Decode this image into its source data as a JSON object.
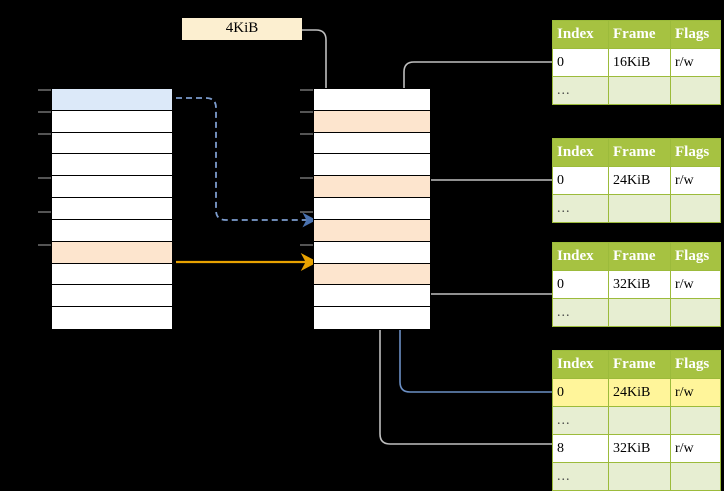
{
  "diagram": {
    "title": "virtual-to-physical page table walk",
    "colors": {
      "table_header_bg": "#a6c241",
      "table_border": "#9cbb3b",
      "ellipsis_bg": "#e7eed2",
      "highlight_yellow": "#fff59a",
      "peach": "#fde5ce",
      "blue_cell": "#dce9f9",
      "orange_arrow": "#e8a200",
      "blue_arrow": "#4a72b0",
      "gray_wire": "#b3b3b3",
      "chip_bg": "#fcefd0",
      "background": "#000000"
    }
  },
  "size_label": {
    "text": "4KiB"
  },
  "left_column": {
    "name": "virtual-address-space",
    "row_count": 11,
    "rows": [
      {
        "fill": "blue"
      },
      {
        "fill": "white"
      },
      {
        "fill": "white"
      },
      {
        "fill": "white"
      },
      {
        "fill": "white"
      },
      {
        "fill": "white"
      },
      {
        "fill": "white"
      },
      {
        "fill": "peach"
      },
      {
        "fill": "white"
      },
      {
        "fill": "white"
      },
      {
        "fill": "white"
      }
    ]
  },
  "middle_column": {
    "name": "physical-memory",
    "row_count": 11,
    "rows": [
      {
        "fill": "white"
      },
      {
        "fill": "peach"
      },
      {
        "fill": "white"
      },
      {
        "fill": "white"
      },
      {
        "fill": "peach"
      },
      {
        "fill": "white"
      },
      {
        "fill": "peach"
      },
      {
        "fill": "white"
      },
      {
        "fill": "peach"
      },
      {
        "fill": "white"
      },
      {
        "fill": "white"
      }
    ]
  },
  "page_tables": [
    {
      "name": "page-table-level-1",
      "headers": [
        "Index",
        "Frame",
        "Flags"
      ],
      "rows": [
        {
          "cells": [
            "0",
            "16KiB",
            "r/w"
          ],
          "style": "normal"
        },
        {
          "cells": [
            "...",
            "",
            ""
          ],
          "style": "ellipsis"
        }
      ]
    },
    {
      "name": "page-table-level-2",
      "headers": [
        "Index",
        "Frame",
        "Flags"
      ],
      "rows": [
        {
          "cells": [
            "0",
            "24KiB",
            "r/w"
          ],
          "style": "normal"
        },
        {
          "cells": [
            "...",
            "",
            ""
          ],
          "style": "ellipsis"
        }
      ]
    },
    {
      "name": "page-table-level-3",
      "headers": [
        "Index",
        "Frame",
        "Flags"
      ],
      "rows": [
        {
          "cells": [
            "0",
            "32KiB",
            "r/w"
          ],
          "style": "normal"
        },
        {
          "cells": [
            "...",
            "",
            ""
          ],
          "style": "ellipsis"
        }
      ]
    },
    {
      "name": "page-table-level-4",
      "headers": [
        "Index",
        "Frame",
        "Flags"
      ],
      "rows": [
        {
          "cells": [
            "0",
            "24KiB",
            "r/w"
          ],
          "style": "highlight"
        },
        {
          "cells": [
            "...",
            "",
            ""
          ],
          "style": "ellipsis"
        },
        {
          "cells": [
            "8",
            "32KiB",
            "r/w"
          ],
          "style": "normal"
        },
        {
          "cells": [
            "...",
            "",
            ""
          ],
          "style": "ellipsis"
        }
      ]
    }
  ]
}
